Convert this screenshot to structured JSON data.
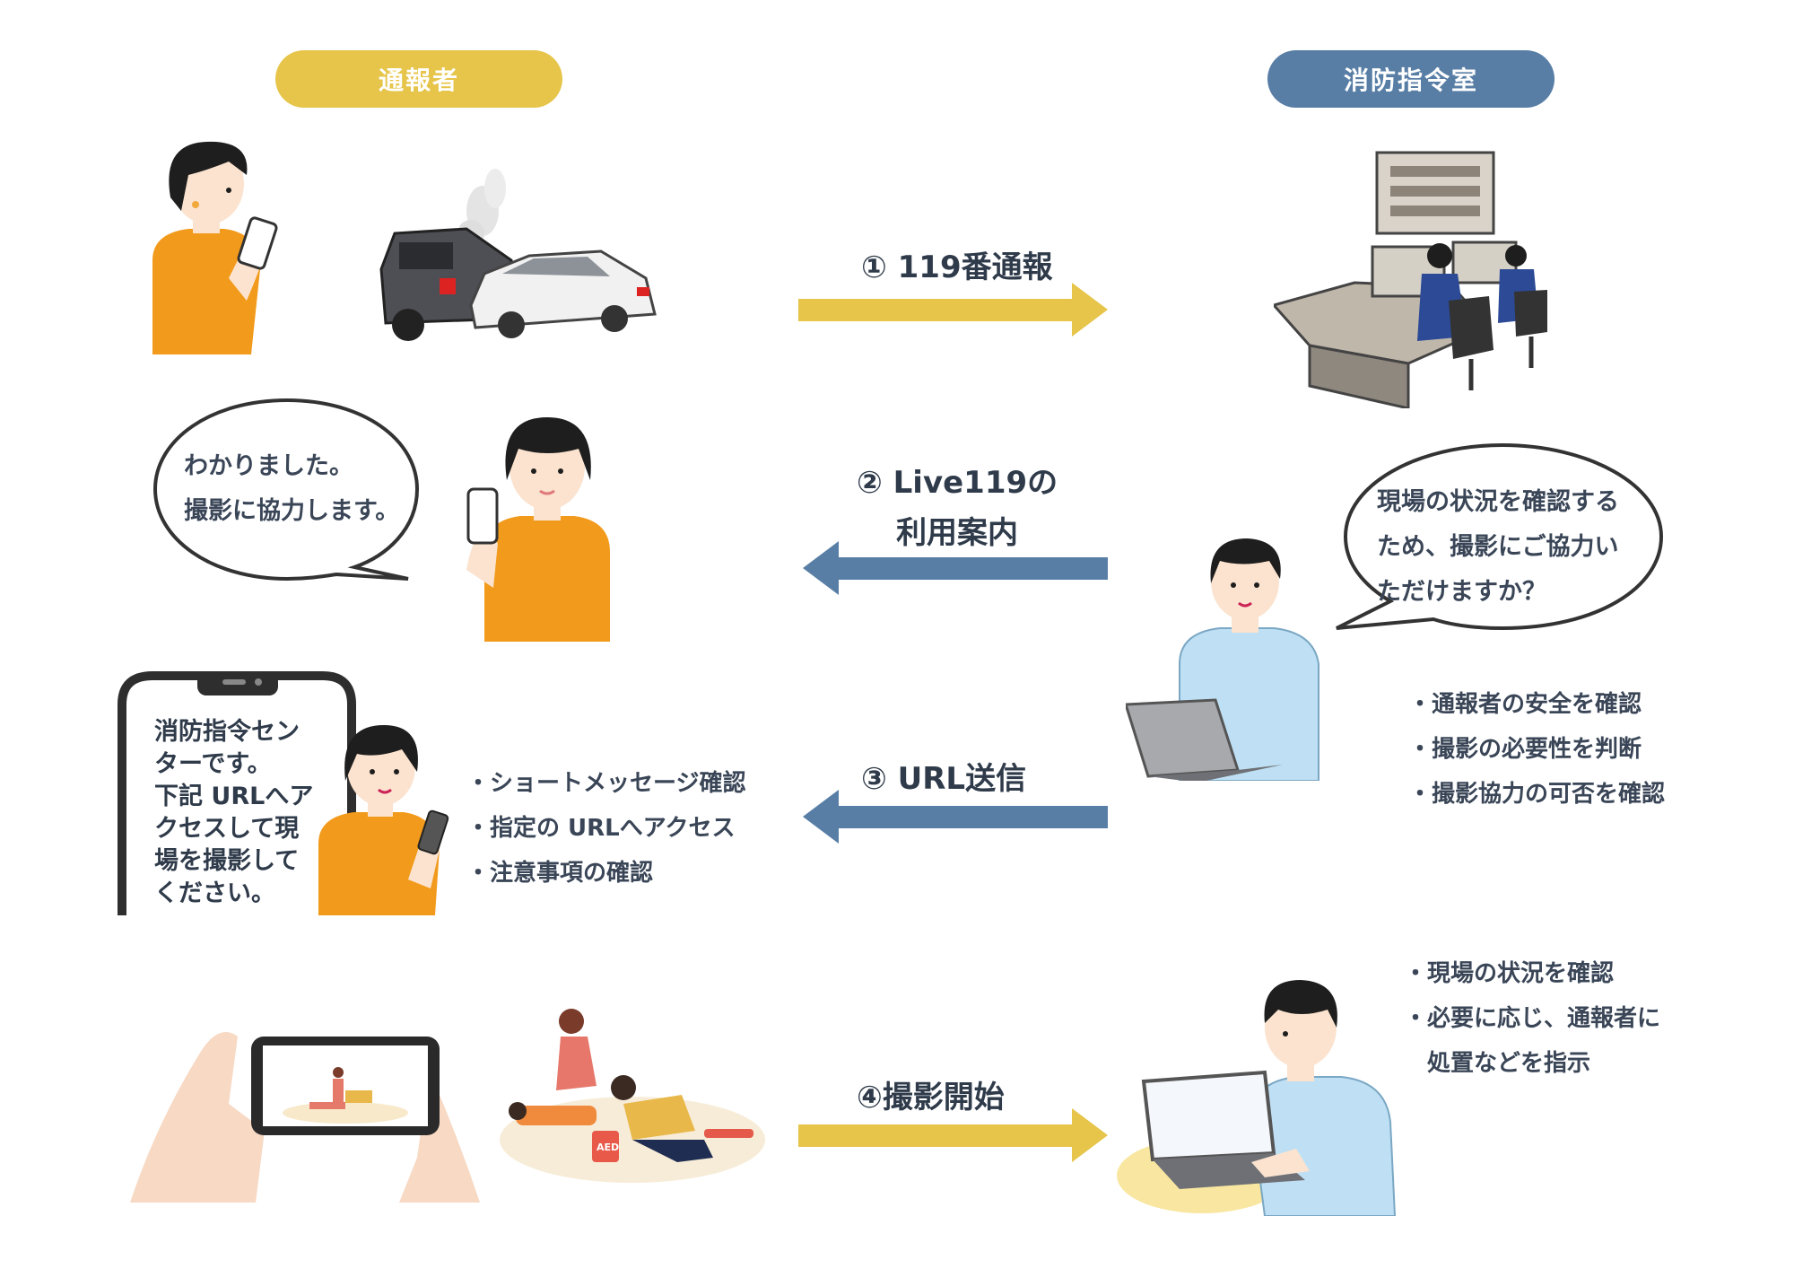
{
  "headers": {
    "caller": "通報者",
    "dispatch": "消防指令室"
  },
  "steps": [
    {
      "label": "① 119番通報",
      "direction": "right",
      "color": "#e6c54a"
    },
    {
      "label_line1": "② Live119の",
      "label_line2": "利用案内",
      "direction": "left",
      "color": "#587ea6"
    },
    {
      "label": "③ URL送信",
      "direction": "left",
      "color": "#587ea6"
    },
    {
      "label": "④撮影開始",
      "direction": "right",
      "color": "#e6c54a"
    }
  ],
  "bubbles": {
    "caller_reply": [
      "わかりました。",
      "撮影に協力します。"
    ],
    "dispatcher_request": [
      "現場の状況を確認する",
      "ため、撮影にご協力い",
      "ただけますか？"
    ]
  },
  "phone_message": [
    "消防指令セン",
    "ターです。",
    "下記 URLへア",
    "クセスして現",
    "場を撮影して",
    "ください。"
  ],
  "lists": {
    "caller_actions": [
      "・ショートメッセージ確認",
      "・指定の URLへアクセス",
      "・注意事項の確認"
    ],
    "dispatcher_checks": [
      "・通報者の安全を確認",
      "・撮影の必要性を判断",
      "・撮影協力の可否を確認"
    ],
    "dispatcher_instructions": [
      "・現場の状況を確認",
      "・必要に応じ、通報者に",
      "　処置などを指示"
    ]
  },
  "colors": {
    "yellow": "#e6c54a",
    "blue": "#587ea6",
    "orange_shirt": "#f29a1b",
    "light_blue_shirt": "#bfe0f4",
    "hair": "#1e1e1e",
    "skin": "#fbe3cf"
  }
}
